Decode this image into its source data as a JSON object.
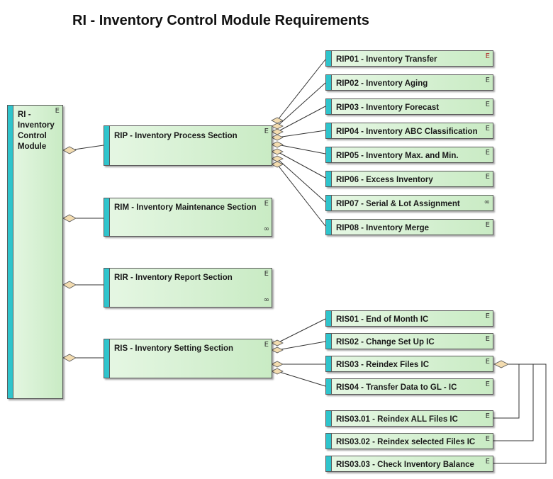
{
  "title": "RI - Inventory Control Module Requirements",
  "root": {
    "label": "RI - Inventory Control Module"
  },
  "sections": [
    {
      "id": "rip",
      "label": "RIP - Inventory Process Section"
    },
    {
      "id": "rim",
      "label": "RIM - Inventory Maintenance Section"
    },
    {
      "id": "rir",
      "label": "RIR - Inventory Report Section"
    },
    {
      "id": "ris",
      "label": "RIS - Inventory Setting Section"
    }
  ],
  "rip_items": [
    {
      "label": "RIP01 - Inventory Transfer"
    },
    {
      "label": "RIP02 - Inventory Aging"
    },
    {
      "label": "RIP03 - Inventory Forecast"
    },
    {
      "label": "RIP04 - Inventory ABC Classification"
    },
    {
      "label": "RIP05 - Inventory Max. and Min."
    },
    {
      "label": "RIP06 - Excess Inventory"
    },
    {
      "label": "RIP07 - Serial & Lot Assignment"
    },
    {
      "label": "RIP08 - Inventory Merge"
    }
  ],
  "ris_items": [
    {
      "label": "RIS01 - End of Month IC"
    },
    {
      "label": "RIS02 - Change Set Up IC"
    },
    {
      "label": "RIS03 - Reindex Files IC"
    },
    {
      "label": "RIS04 - Transfer Data to GL - IC"
    }
  ],
  "ris03_items": [
    {
      "label": "RIS03.01 - Reindex ALL Files IC"
    },
    {
      "label": "RIS03.02 - Reindex selected Files IC"
    },
    {
      "label": "RIS03.03 - Check Inventory Balance"
    }
  ],
  "icons": {
    "element": "E",
    "link": "∞"
  },
  "colors": {
    "strip": "#2fc4cc",
    "box_fill": "#d6f0d2",
    "diamond": "#f3dcb0",
    "line": "#333333"
  }
}
